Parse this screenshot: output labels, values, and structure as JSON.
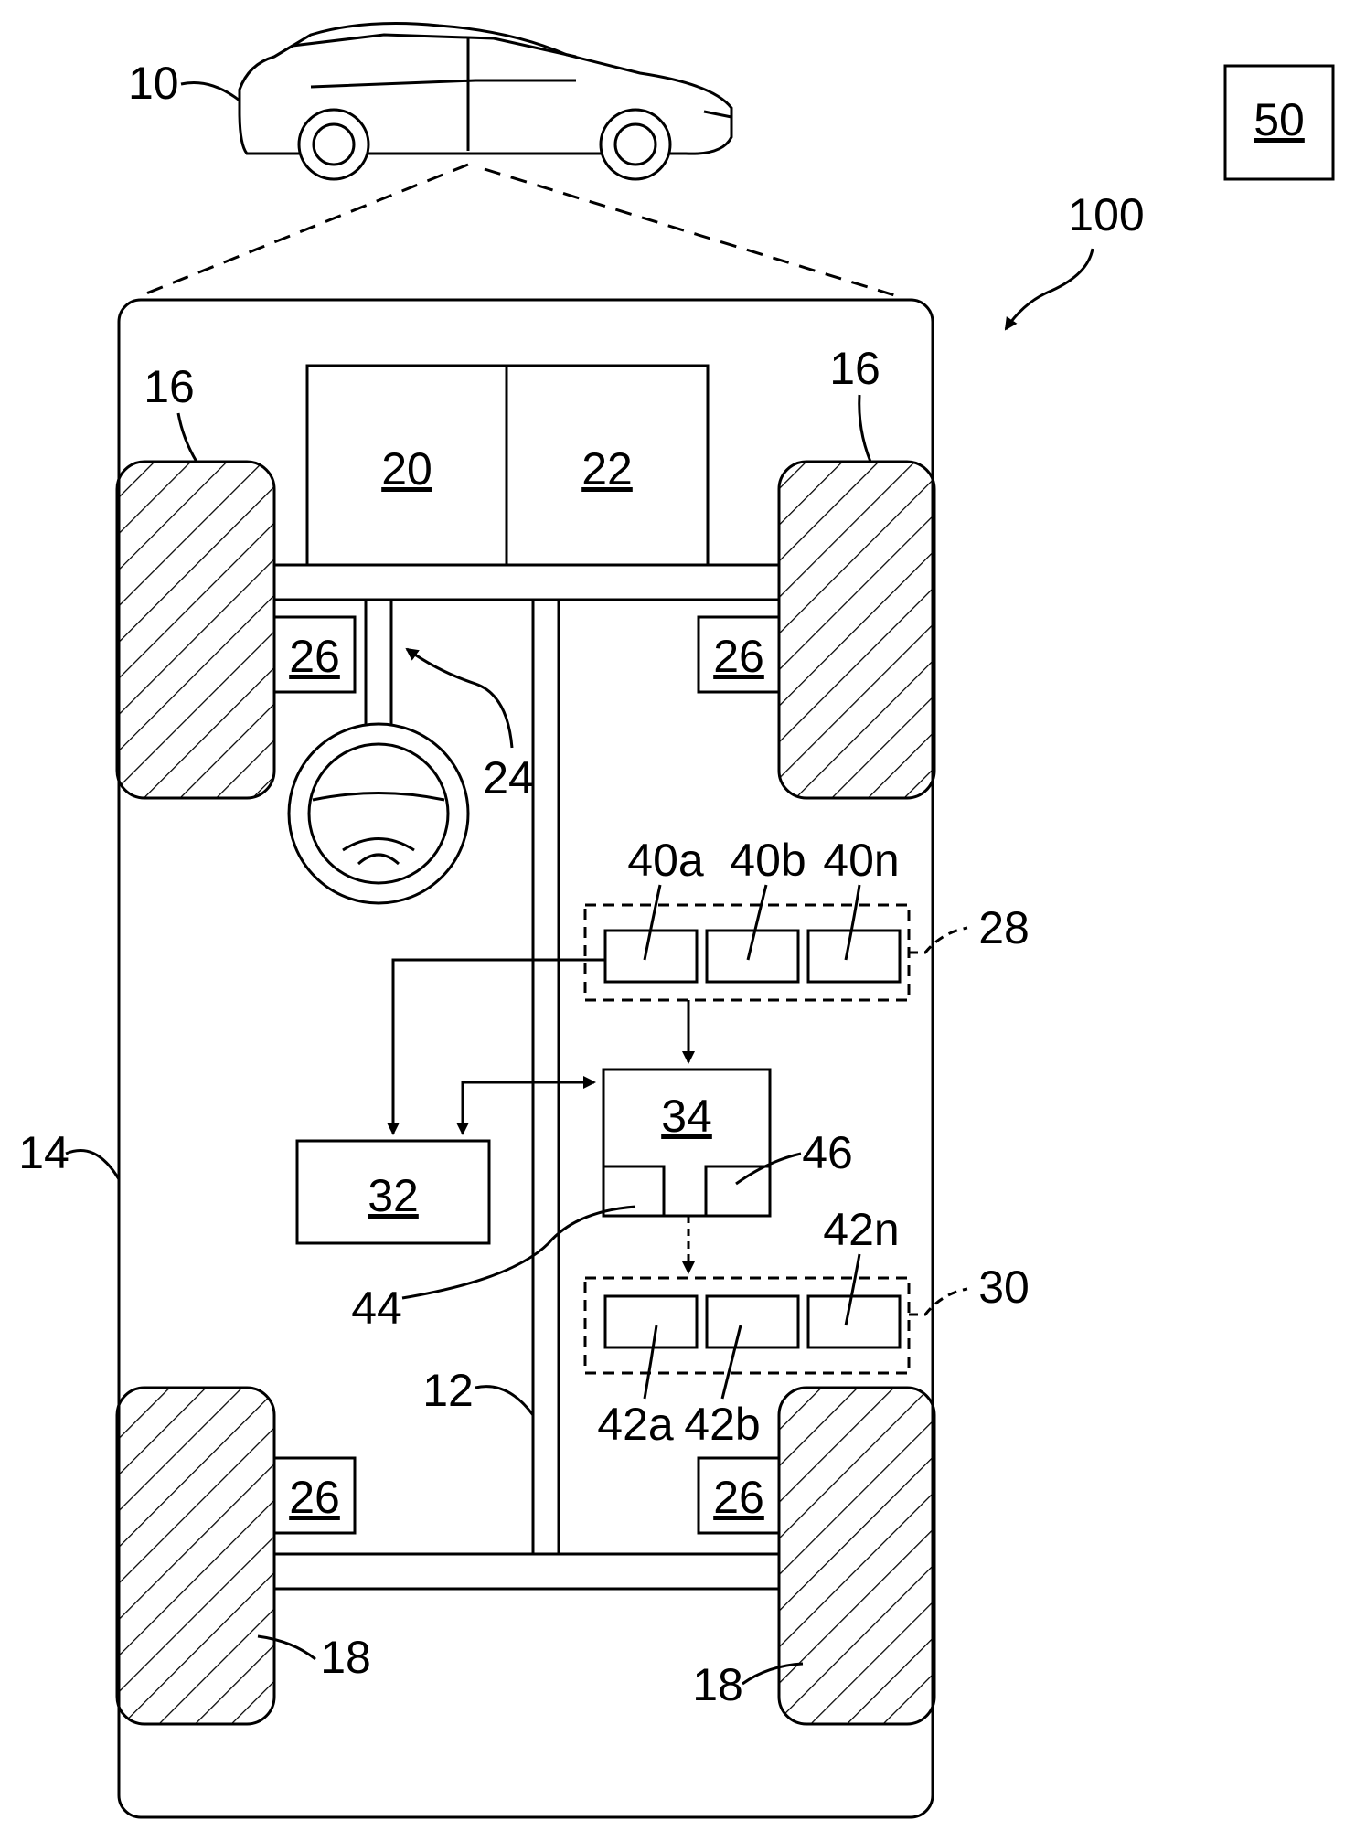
{
  "figure": {
    "vehicle_label": "10",
    "frame_label": "12",
    "body_label": "14",
    "front_wheel_label": "16",
    "rear_wheel_label": "18",
    "box_20": "20",
    "box_22": "22",
    "steering_label": "24",
    "brake_label": "26",
    "sensor_group_label": "28",
    "actuator_group_label": "30",
    "box_32": "32",
    "controller_label": "34",
    "sensors": [
      "40a",
      "40b",
      "40n"
    ],
    "actuators": [
      "42a",
      "42b",
      "42n"
    ],
    "processor_label": "44",
    "storage_label": "46",
    "remote_box": "50",
    "system_label": "100"
  }
}
